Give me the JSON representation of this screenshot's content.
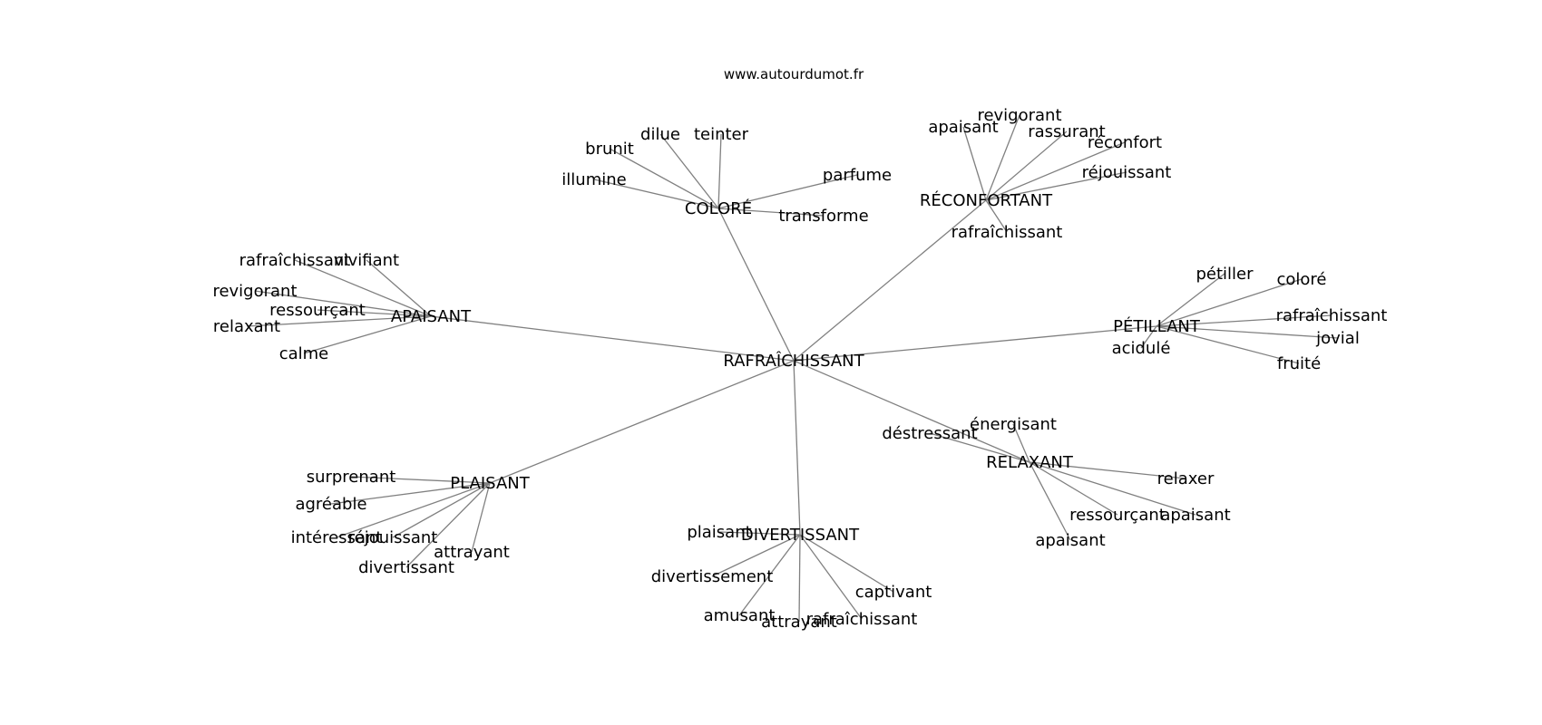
{
  "site": "www.autourdumot.fr",
  "colors": {
    "edge": "#808080",
    "text": "#000000",
    "background": "#ffffff"
  },
  "center": "RAFRAÎCHISSANT",
  "clusters": [
    {
      "hub": "COLORÉ",
      "words": [
        "dilue",
        "teinter",
        "brunit",
        "illumine",
        "parfume",
        "transforme"
      ]
    },
    {
      "hub": "RÉCONFORTANT",
      "words": [
        "apaisant",
        "revigorant",
        "rassurant",
        "réconfort",
        "réjouissant",
        "rafraîchissant"
      ]
    },
    {
      "hub": "APAISANT",
      "words": [
        "rafraîchissant",
        "vivifiant",
        "revigorant",
        "ressourçant",
        "relaxant",
        "calme"
      ]
    },
    {
      "hub": "PÉTILLANT",
      "words": [
        "pétiller",
        "coloré",
        "rafraîchissant",
        "jovial",
        "acidulé",
        "fruité"
      ]
    },
    {
      "hub": "RELAXANT",
      "words": [
        "déstressant",
        "énergisant",
        "relaxer",
        "ressourçant",
        "apaisant",
        "apaisant"
      ]
    },
    {
      "hub": "PLAISANT",
      "words": [
        "surprenant",
        "agréable",
        "intéressant",
        "réjouissant",
        "attrayant",
        "divertissant"
      ]
    },
    {
      "hub": "DIVERTISSANT",
      "words": [
        "plaisant",
        "divertissement",
        "captivant",
        "amusant",
        "attrayant",
        "rafraîchissant"
      ]
    }
  ]
}
